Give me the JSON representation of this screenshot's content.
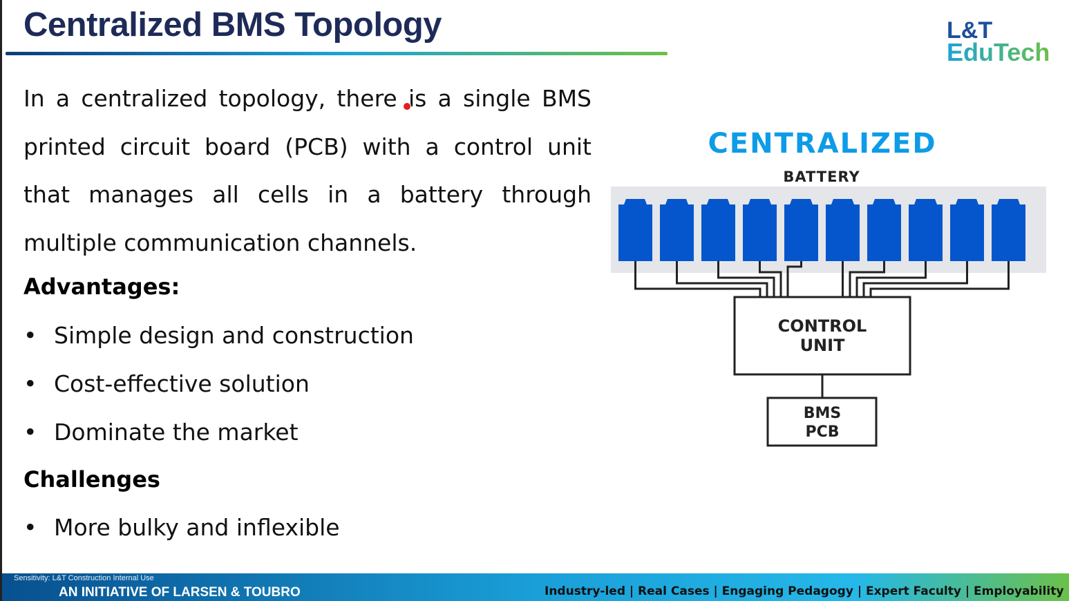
{
  "slide": {
    "title": "Centralized BMS Topology",
    "logo": {
      "line1": "L&T",
      "line2": "EduTech"
    },
    "paragraph": "In a centralized topology, there is a single BMS printed circuit board (PCB) with a control unit that manages all cells in a battery through multiple communication channels.",
    "advantages_heading": "Advantages:",
    "advantages": [
      "Simple design and construction",
      "Cost-effective solution",
      "Dominate the market"
    ],
    "challenges_heading": "Challenges",
    "challenges": [
      "More bulky and inflexible"
    ],
    "bullet_char": "•"
  },
  "diagram": {
    "title": "CENTRALIZED",
    "battery_label": "BATTERY",
    "cell_count": 10,
    "control_unit": [
      "CONTROL",
      "UNIT"
    ],
    "bms_pcb": [
      "BMS",
      "PCB"
    ],
    "colors": {
      "title": "#0e9be8",
      "cell": "#0556cc",
      "band": "#e4e6ea"
    }
  },
  "footer": {
    "initiative": "AN INITIATIVE OF LARSEN & TOUBRO",
    "sensitivity": "Sensitivity: L&T Construction Internal Use",
    "tagline": "Industry-led | Real Cases | Engaging Pedagogy | Expert Faculty | Employability"
  }
}
